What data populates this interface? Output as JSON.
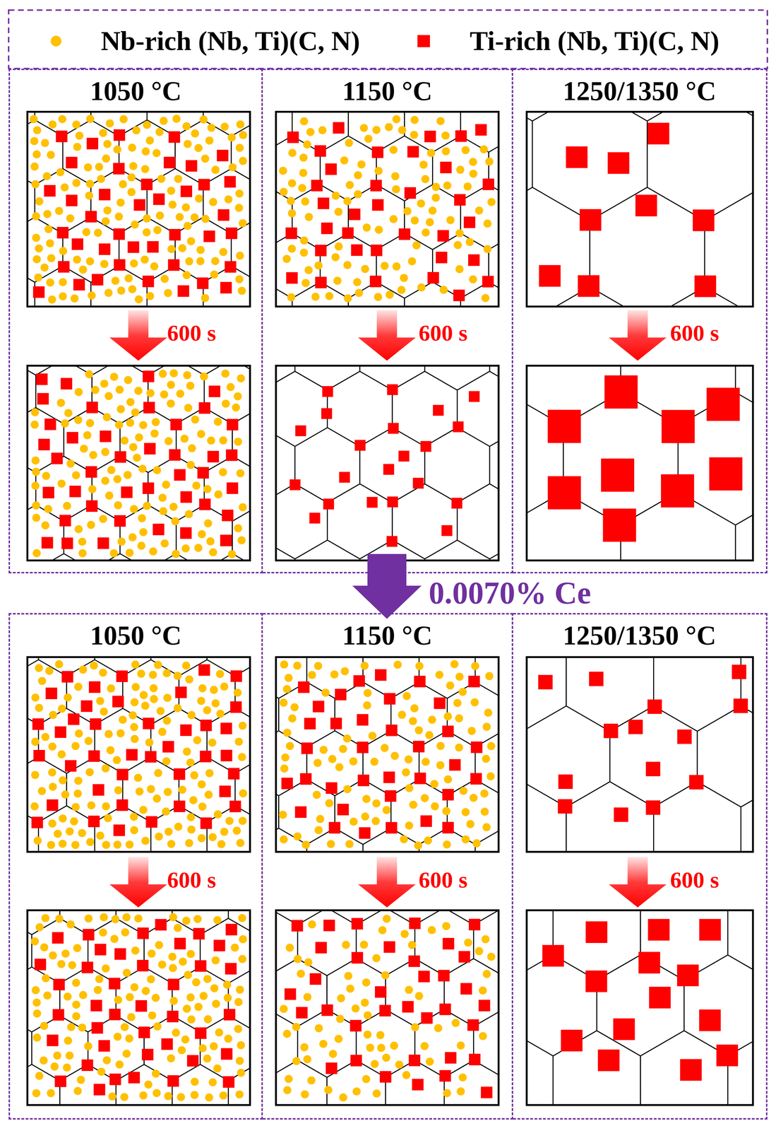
{
  "diagram": {
    "nodes": [
      {
        "text": [
          "1050 °C"
        ]
      },
      {
        "text": [
          "1150 °C"
        ]
      },
      {
        "text": [
          "1250/1350 °C"
        ]
      },
      {
        "text": [
          "1050 °C"
        ]
      },
      {
        "text": [
          "1150 °C"
        ]
      },
      {
        "text": [
          "1250/1350 °C"
        ]
      }
    ],
    "labels": [
      "600 s",
      "600 s",
      "600 s",
      "0.0070% Ce",
      "600 s",
      "600 s",
      "600 s"
    ],
    "legend": [
      {
        "text": "Nb-rich (Nb, Ti)(C, N)",
        "color": "#ffc000"
      },
      {
        "text": "Ti-rich (Nb, Ti)(C, N)",
        "color": "#ff0000"
      }
    ]
  }
}
